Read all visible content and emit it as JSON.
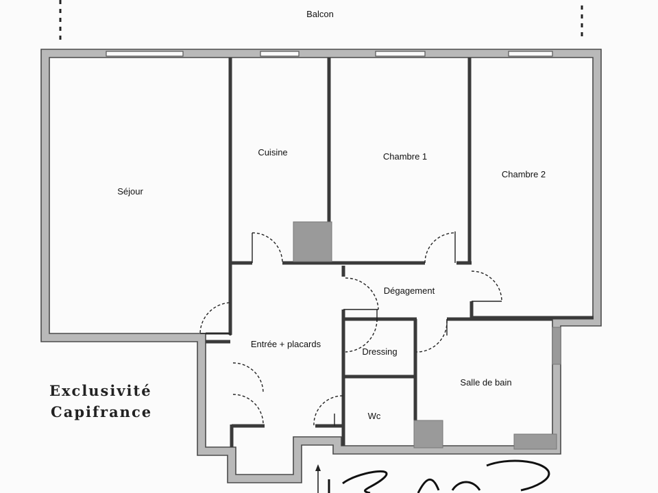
{
  "plan": {
    "rooms": {
      "balcon": "Balcon",
      "sejour": "Séjour",
      "cuisine": "Cuisine",
      "chambre1": "Chambre 1",
      "chambre2": "Chambre 2",
      "degagement": "Dégagement",
      "entree": "Entrée + placards",
      "dressing": "Dressing",
      "salle_de_bain": "Salle de bain",
      "wc": "Wc"
    },
    "promo": {
      "line1": "Exclusivité",
      "line2": "Capifrance"
    },
    "colors": {
      "wall_fill": "#b9b9b9",
      "wall_stroke": "#4a4a4a",
      "fixture": "#9a9a9a",
      "background": "#fbfbfb"
    }
  }
}
